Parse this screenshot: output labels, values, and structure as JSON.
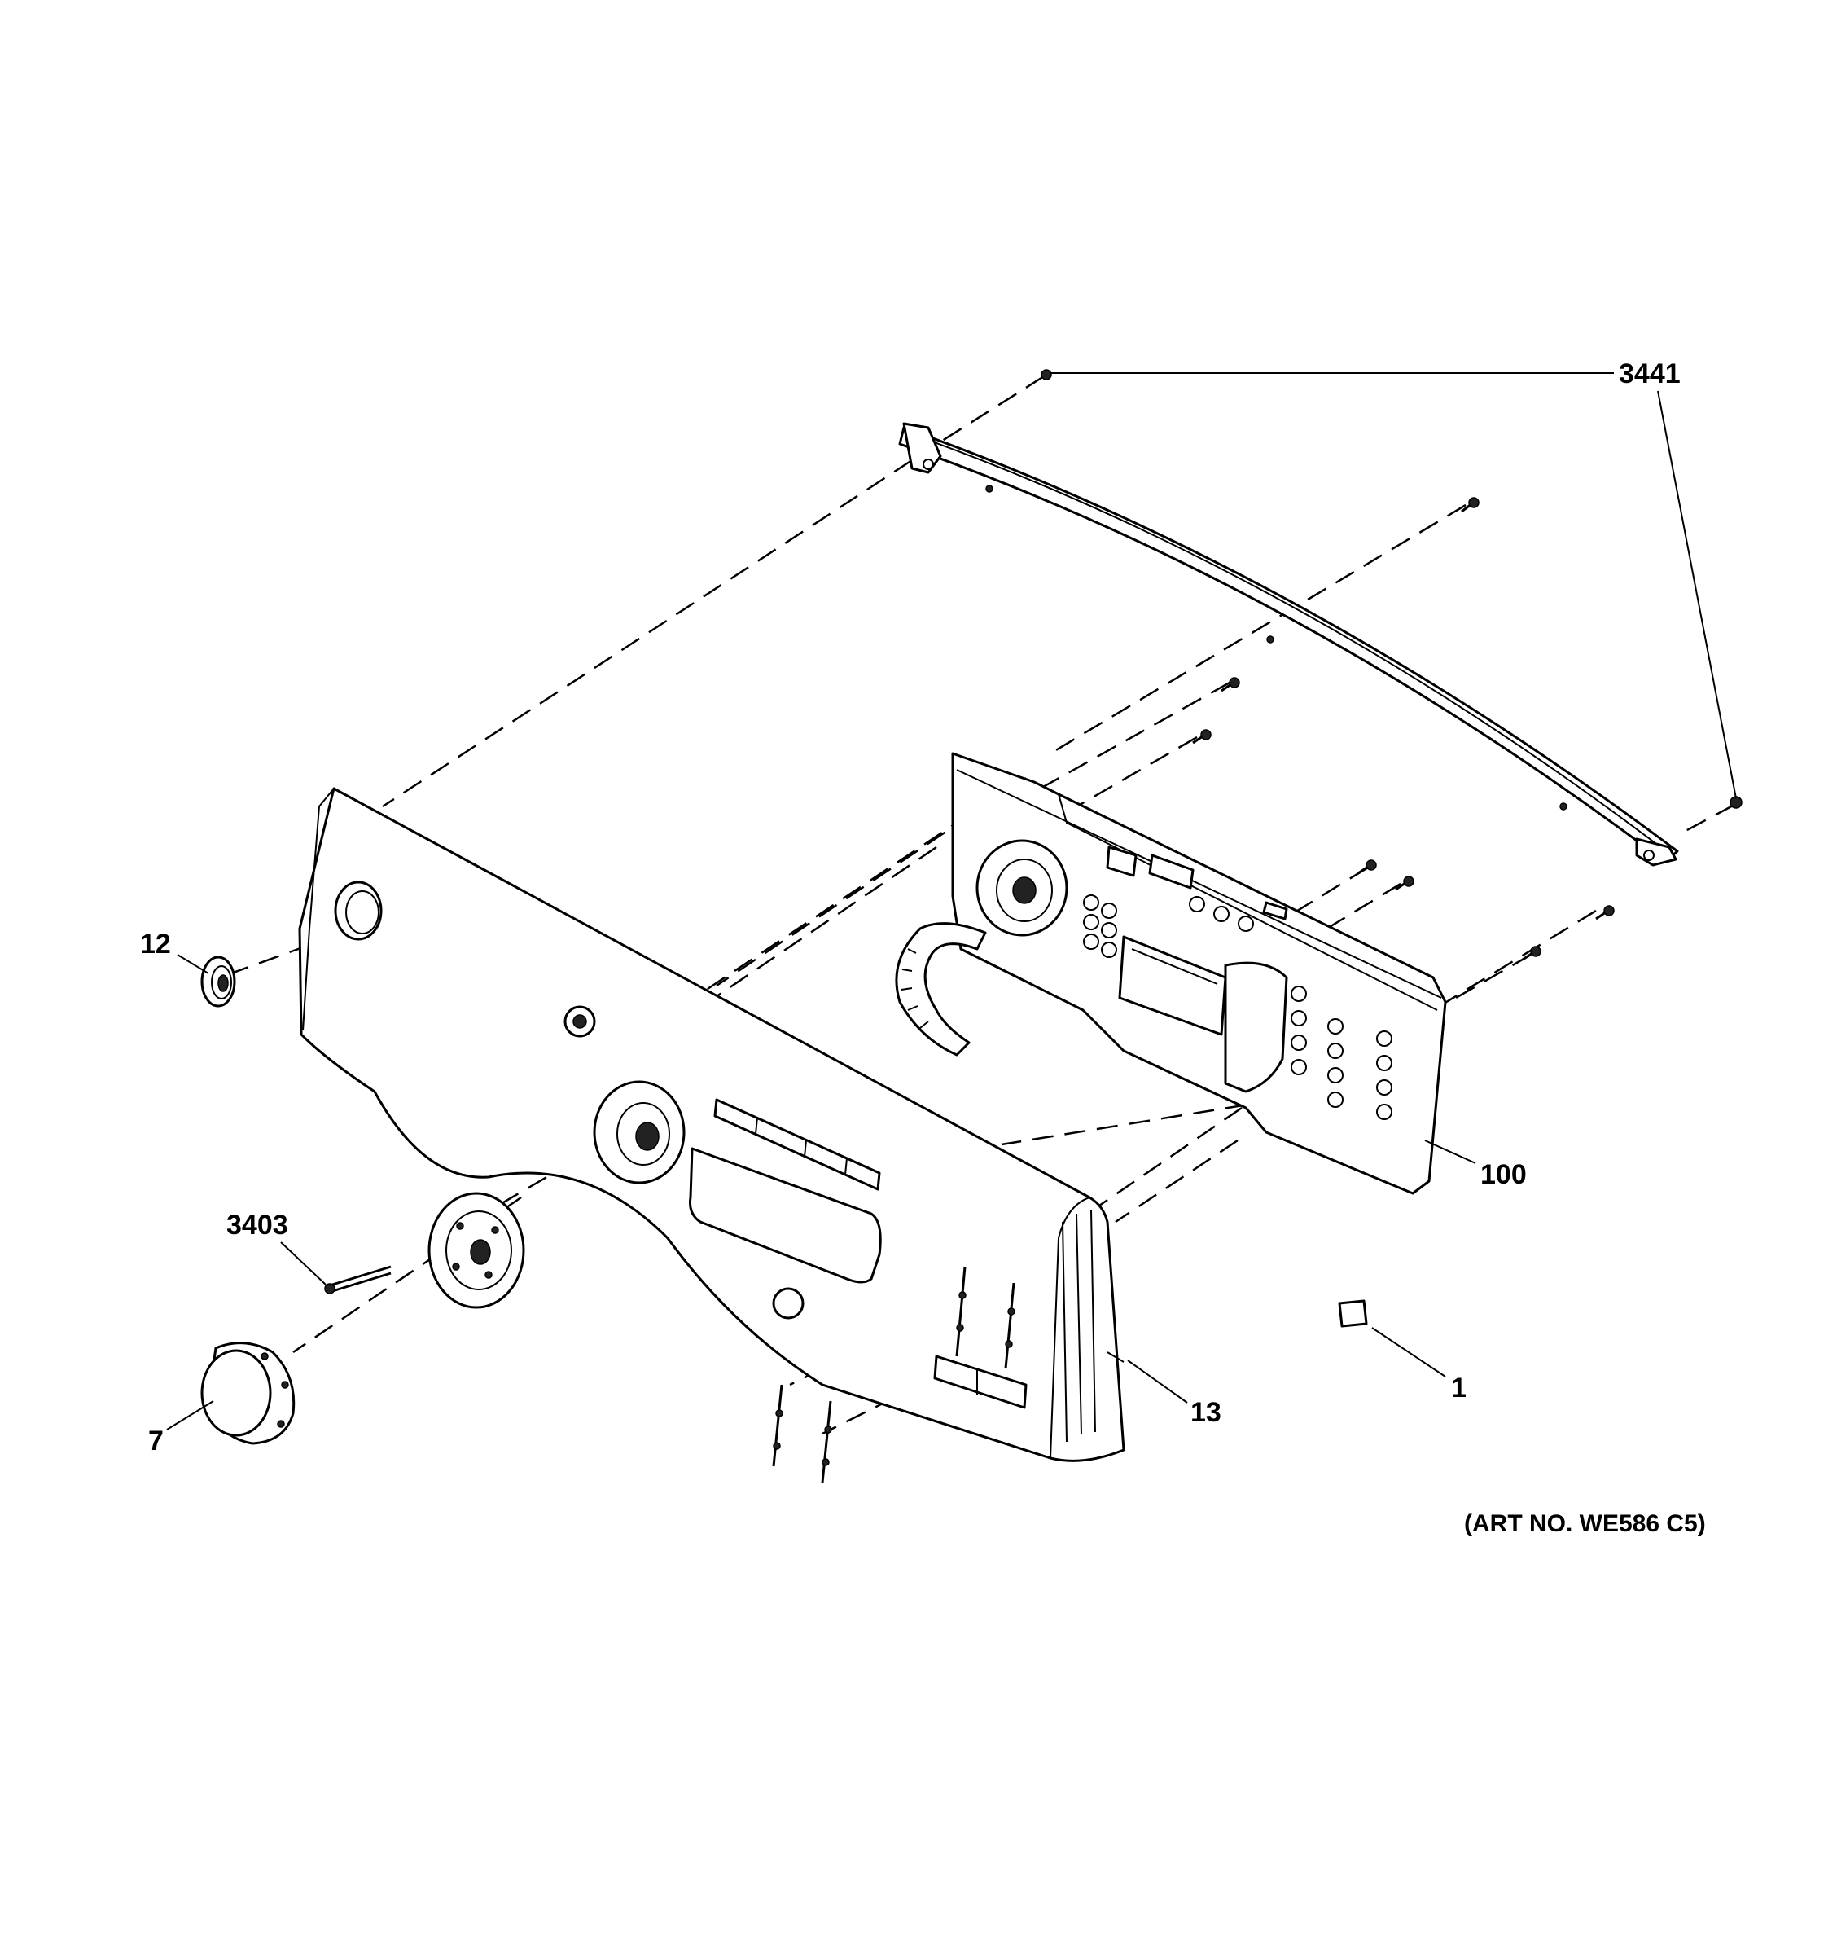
{
  "callouts": {
    "c3441": "3441",
    "c12": "12",
    "c3403": "3403",
    "c7": "7",
    "c100": "100",
    "c13": "13",
    "c1": "1"
  },
  "art_number": "(ART NO. WE586 C5)"
}
